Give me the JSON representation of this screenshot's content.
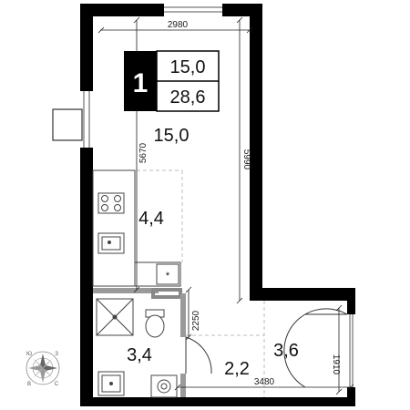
{
  "badge": {
    "rooms": "1",
    "living_area": "15,0",
    "total_area": "28,6"
  },
  "room_areas": {
    "living": "15,0",
    "kitchen": "4,4",
    "bathroom": "3,4",
    "hallway": "2,2",
    "loggia": "3,6"
  },
  "dimensions": {
    "top_width": "2980",
    "right_height": "5990",
    "left_height": "5670",
    "hall_height": "2250",
    "loggia_height": "1910",
    "bottom_width": "3480"
  },
  "compass": {
    "north": "З",
    "west": "Ю",
    "south": "В",
    "east": "С"
  },
  "colors": {
    "wall": "#000000",
    "badge_bg": "#000000",
    "partition": "#9a9a9a",
    "dashed": "#bdbdbd"
  },
  "icons": {
    "stove": "stove-icon",
    "sink": "sink-icon",
    "fridge": "fridge-icon",
    "toilet": "toilet-icon",
    "shower": "shower-icon",
    "washer": "washing-machine-icon",
    "compass": "compass-rose-icon"
  }
}
